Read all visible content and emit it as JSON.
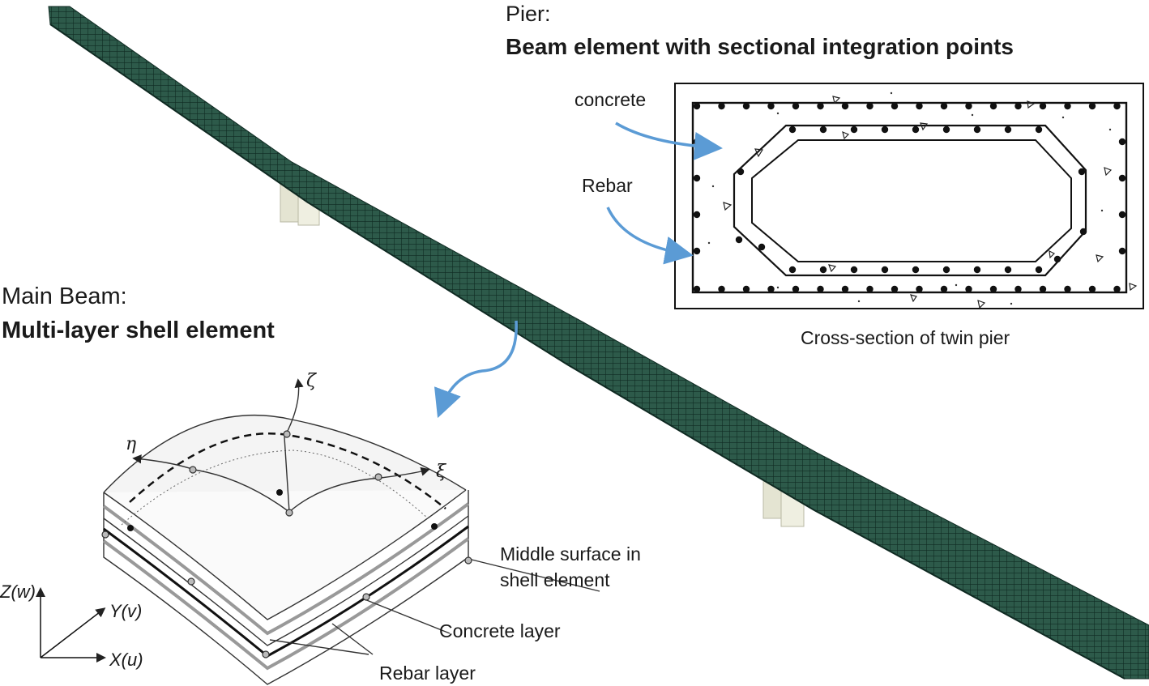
{
  "pier": {
    "title": "Pier:",
    "subtitle": "Beam element with sectional integration points",
    "caption": "Cross-section of twin pier",
    "label_concrete": "concrete",
    "label_rebar": "Rebar"
  },
  "main_beam": {
    "title": "Main Beam:",
    "subtitle": "Multi-layer shell element",
    "label_middle_surface_line1": "Middle surface in",
    "label_middle_surface_line2": "shell element",
    "label_concrete_layer": "Concrete layer",
    "label_rebar_layer": "Rebar layer"
  },
  "axes": {
    "z": "Z(w)",
    "y": "Y(v)",
    "x": "X(u)"
  },
  "local_axes": {
    "zeta": "ζ",
    "eta": "η",
    "xi": "ξ"
  },
  "colors": {
    "mesh": "#2d5a4a",
    "mesh_line": "#14302a",
    "pier_fill": "#e6e6d6",
    "arrow": "#5b9bd5"
  }
}
